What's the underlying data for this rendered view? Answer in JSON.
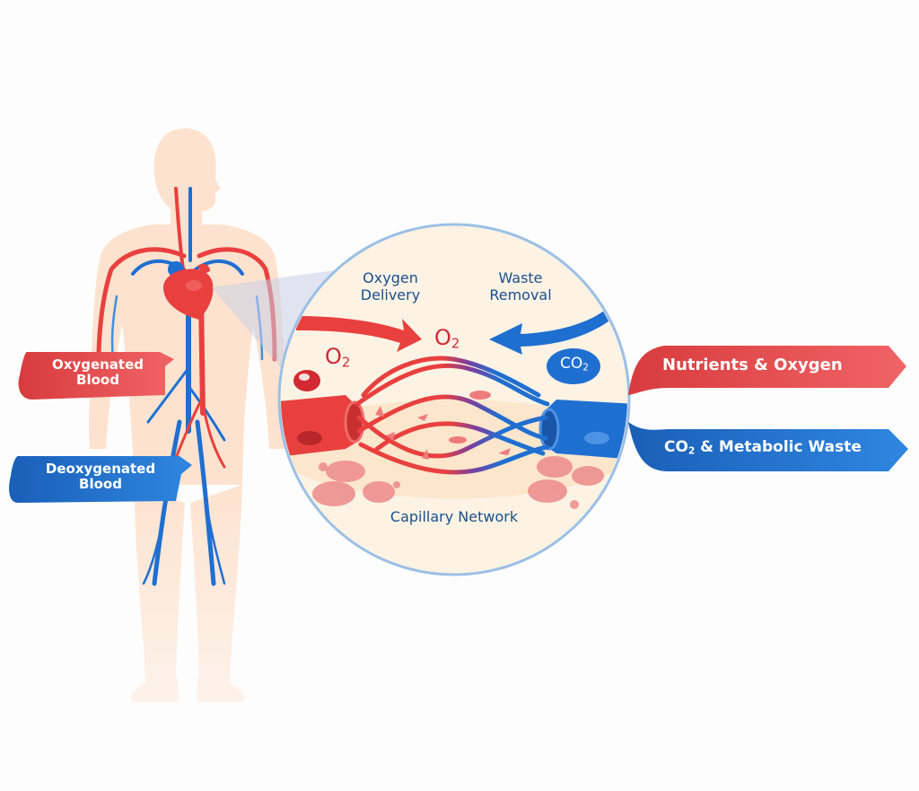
{
  "diagram": {
    "title": "Circulatory System and Capillary Exchange",
    "colors": {
      "oxygenated": "#e8403f",
      "deoxygenated": "#1f6fd1",
      "skin": "#fde3cf",
      "circle_bg": "#fdf3e4",
      "circle_border": "#9cc0e6",
      "text_dark_blue": "#1b4f8f",
      "tissue_cells": "#ec8a8a"
    },
    "left_labels": {
      "oxygenated": {
        "line1": "Oxygenated",
        "line2": "Blood"
      },
      "deoxygenated": {
        "line1": "Deoxygenated",
        "line2": "Blood"
      }
    },
    "magnifier": {
      "oxygen_delivery": {
        "line1": "Oxygen",
        "line2": "Delivery"
      },
      "waste_removal": {
        "line1": "Waste",
        "line2": "Removal"
      },
      "o2_label_left": {
        "main": "O",
        "sub": "2"
      },
      "o2_label_center": {
        "main": "O",
        "sub": "2"
      },
      "co2_badge": {
        "main": "CO",
        "sub": "2"
      },
      "caption": "Capillary Network"
    },
    "right_labels": {
      "nutrients": "Nutrients & Oxygen",
      "waste": {
        "main": "CO",
        "sub": "2",
        "rest": " & Metabolic Waste"
      }
    }
  }
}
